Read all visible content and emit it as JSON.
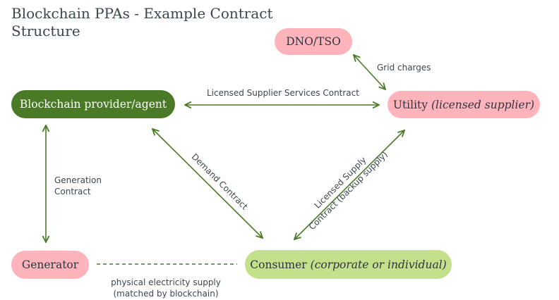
{
  "title": "Blockchain PPAs - Example Contract Structure",
  "colors": {
    "arrow": "#4a7a26",
    "node_pink": "#ffb3bb",
    "node_dark_green": "#4a7a26",
    "node_light_green": "#c3e08a",
    "text": "#3b4550"
  },
  "nodes": {
    "dno": {
      "label": "DNO/TSO"
    },
    "blockchain": {
      "label": "Blockchain provider/agent"
    },
    "utility": {
      "label": "Utility",
      "qualifier": "(licensed supplier)"
    },
    "generator": {
      "label": "Generator"
    },
    "consumer": {
      "label": "Consumer",
      "qualifier": "(corporate or individual)"
    }
  },
  "edges": {
    "grid": {
      "label": "Grid charges",
      "from": "DNO/TSO",
      "to": "Utility"
    },
    "services": {
      "label": "Licensed Supplier Services Contract",
      "from": "Blockchain provider/agent",
      "to": "Utility"
    },
    "generation": {
      "line1": "Generation",
      "line2": "Contract",
      "from": "Blockchain provider/agent",
      "to": "Generator"
    },
    "demand": {
      "label": "Demand Contract",
      "from": "Blockchain provider/agent",
      "to": "Consumer"
    },
    "supply": {
      "line1": "Licensed Supply",
      "line2": "Contract (backup supply)",
      "from": "Consumer",
      "to": "Utility"
    },
    "physical": {
      "line1": "physical electricity supply",
      "line2": "(matched by blockchain)",
      "from": "Generator",
      "to": "Consumer",
      "style": "dashed"
    }
  }
}
